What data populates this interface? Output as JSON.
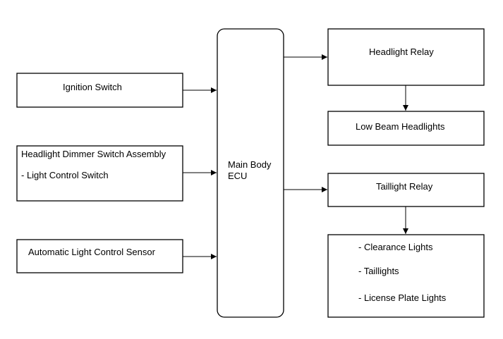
{
  "inputs": {
    "ignition_switch": "Ignition Switch",
    "dimmer_switch_title": "Headlight Dimmer Switch Assembly",
    "dimmer_switch_sub": "- Light Control Switch",
    "light_sensor": "Automatic Light Control Sensor"
  },
  "ecu": {
    "line1": "Main Body",
    "line2": "ECU"
  },
  "outputs": {
    "headlight_relay": "Headlight Relay",
    "low_beam": "Low Beam Headlights",
    "taillight_relay": "Taillight Relay",
    "lights": [
      "- Clearance  Lights",
      "- Taillights",
      "- License Plate Lights"
    ]
  }
}
